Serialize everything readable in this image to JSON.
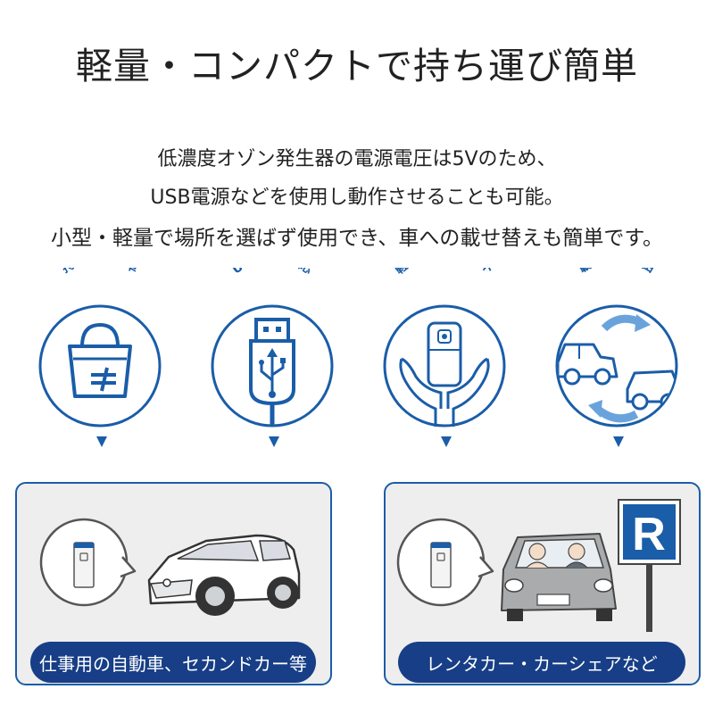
{
  "header": {
    "title": "軽量・コンパクトで持ち運び簡単"
  },
  "description": {
    "line1": "低濃度オゾン発生器の電源電圧は5Vのため、",
    "line2": "USB電源などを使用し動作させることも可能。",
    "line3": "小型・軽量で場所を選ばず使用でき、車への載せ替えも簡単です。"
  },
  "features": [
    {
      "label": "持ち運び簡単",
      "icon": "shopping-bag-icon"
    },
    {
      "label": "USB電源対応",
      "icon": "usb-plug-icon"
    },
    {
      "label": "軽量・コンパクト",
      "icon": "hands-holding-device-icon"
    },
    {
      "label": "載せ替え自由",
      "icon": "car-swap-icon"
    }
  ],
  "panels": [
    {
      "label": "仕事用の自動車、セカンドカー等",
      "icon": "white-car-icon"
    },
    {
      "label": "レンタカー・カーシェアなど",
      "icon": "rental-car-icon",
      "sign": "R"
    }
  ],
  "colors": {
    "accent": "#1a5da8",
    "pill": "#173e86",
    "panel_bg": "#eeeeee"
  }
}
